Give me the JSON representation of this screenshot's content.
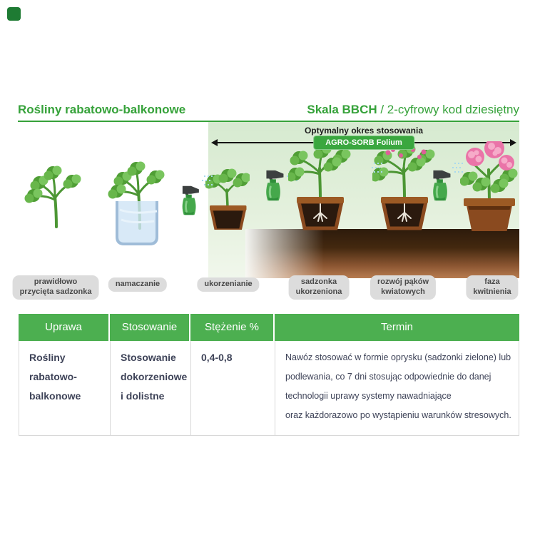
{
  "header": {
    "left_title": "Rośliny rabatowo-balkonowe",
    "right_title_bold": "Skala BBCH",
    "right_title_rest": " / 2-cyfrowy kod dziesiętny",
    "accent_color": "#36a23a"
  },
  "timeline": {
    "caption": "Optymalny okres stosowania",
    "badge": "AGRO-SORB Folium",
    "badge_color": "#3aa73f",
    "panel_bg": "#d6ead0",
    "soil_colors": [
      "#2d1b0c",
      "#b87c50"
    ]
  },
  "stages": [
    {
      "label": "prawidłowo\nprzycięta sadzonka"
    },
    {
      "label": "namaczanie"
    },
    {
      "label": "ukorzenianie"
    },
    {
      "label": "sadzonka\nukorzeniona"
    },
    {
      "label": "rozwój pąków\nkwiatowych"
    },
    {
      "label": "faza\nkwitnienia"
    }
  ],
  "table": {
    "header_bg": "#4caf50",
    "headers": [
      "Uprawa",
      "Stosowanie",
      "Stężenie %",
      "Termin"
    ],
    "row": {
      "uprawa": "Rośliny\nrabatowo-\nbalkonowe",
      "stosowanie": "Stosowanie\ndokorzeniowe\ni dolistne",
      "stezenie": "0,4-0,8",
      "termin": "Nawóz stosować w formie oprysku (sadzonki zielone) lub\npodlewania, co 7 dni stosując odpowiednie do danej\ntechnologii uprawy systemy nawadniające\noraz każdorazowo po wystąpieniu warunków stresowych."
    }
  }
}
